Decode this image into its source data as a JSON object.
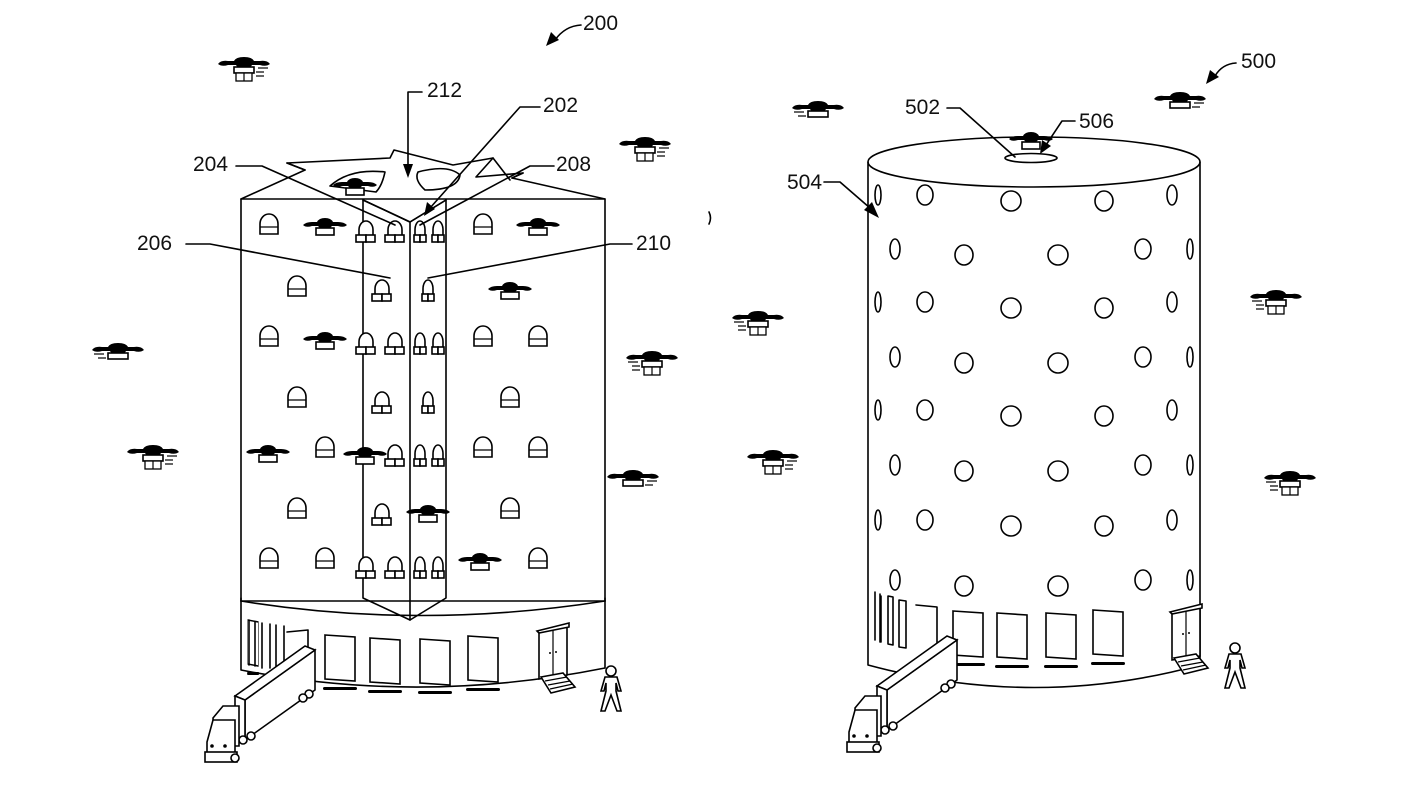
{
  "figures": [
    {
      "id": "fig-200",
      "description": "Multi-level fulfillment center with star-shaped roof, arched UAV bays and ground-level loading docks",
      "reference_numerals": {
        "figure": "200",
        "roof_opening": "212",
        "corner_bay": "202",
        "left_inner_face": "204",
        "left_wing": "206",
        "right_inner_face": "208",
        "right_wing": "210"
      }
    },
    {
      "id": "fig-500",
      "description": "Cylindrical fulfillment center with circular UAV ports distributed across the facade",
      "reference_numerals": {
        "figure": "500",
        "roof_platform": "502",
        "facade_ports": "504",
        "roof_opening": "506"
      }
    }
  ],
  "colors": {
    "line": "#000000",
    "background": "#ffffff"
  },
  "icons": [
    "uav-drone-icon",
    "delivery-truck-icon",
    "person-icon",
    "loading-dock-door-icon",
    "entrance-door-icon"
  ]
}
